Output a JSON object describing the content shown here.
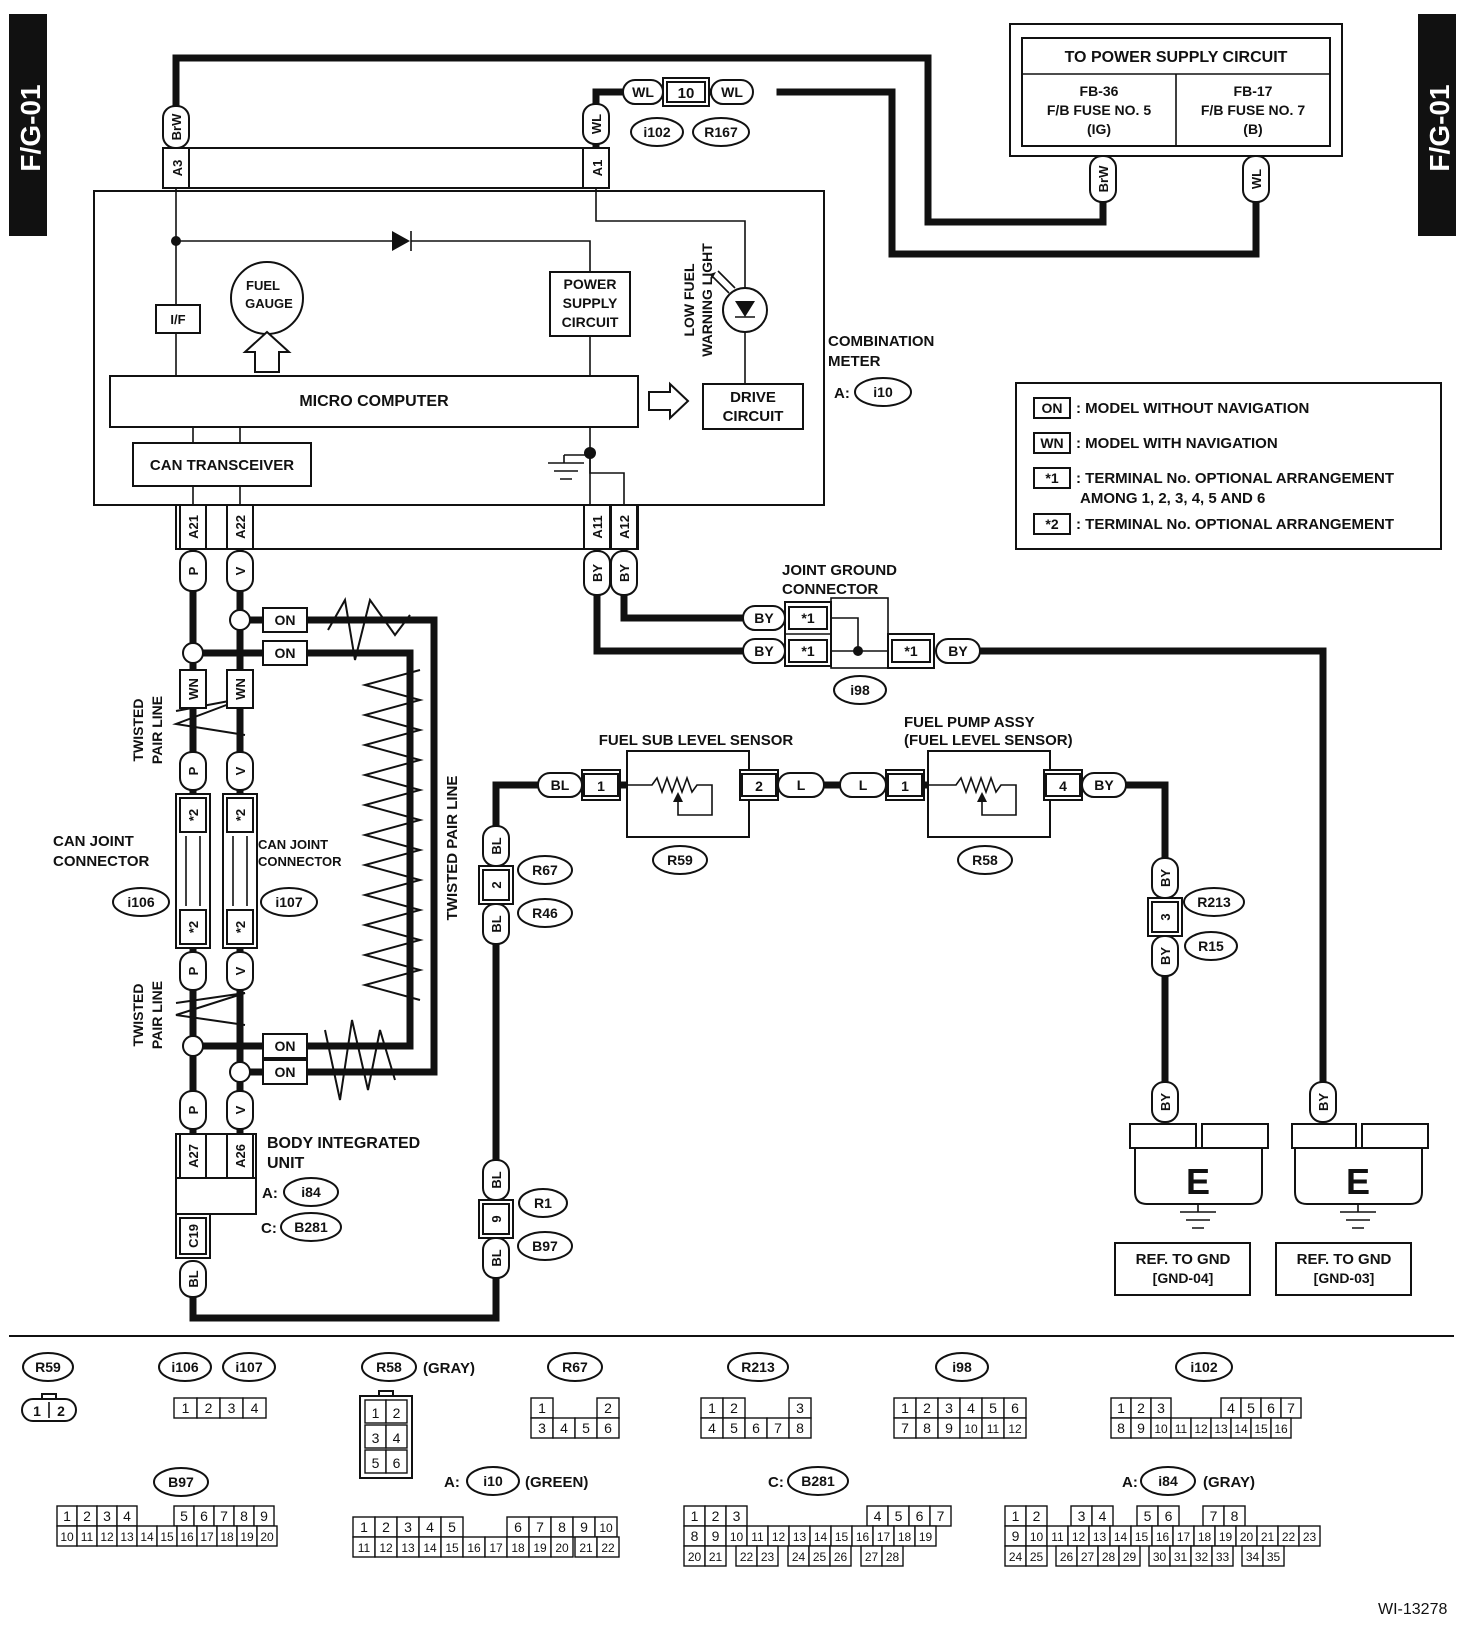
{
  "page": {
    "side_tab": "F/G-01",
    "figure_id": "WI-13278"
  },
  "power": {
    "title": "TO POWER SUPPLY CIRCUIT",
    "fuse1": [
      "FB-36",
      "F/B FUSE NO. 5",
      "(IG)"
    ],
    "fuse2": [
      "FB-17",
      "F/B FUSE NO. 7",
      "(B)"
    ]
  },
  "meter": {
    "title": [
      "COMBINATION",
      "METER"
    ],
    "conn_prefix": "A:",
    "conn": "i10",
    "fuel_gauge": [
      "FUEL",
      "GAUGE"
    ],
    "if_label": "I/F",
    "power_supply": [
      "POWER",
      "SUPPLY",
      "CIRCUIT"
    ],
    "warning": [
      "LOW FUEL",
      "WARNING LIGHT"
    ],
    "micro": "MICRO COMPUTER",
    "drive": [
      "DRIVE",
      "CIRCUIT"
    ],
    "can": "CAN TRANSCEIVER",
    "top_pins": [
      "A3",
      "A1"
    ],
    "bottom_pins": [
      "A21",
      "A22",
      "A11",
      "A12"
    ]
  },
  "wires": {
    "BrW": "BrW",
    "WL": "WL",
    "P": "P",
    "V": "V",
    "BY": "BY",
    "WN": "WN",
    "BL": "BL",
    "L": "L",
    "ON": "ON",
    "star1": "*1",
    "star2": "*2"
  },
  "relay_conn": {
    "pin": "10",
    "c1": "i102",
    "c2": "R167"
  },
  "legend": {
    "items": [
      {
        "key": "ON",
        "text": ": MODEL WITHOUT NAVIGATION"
      },
      {
        "key": "WN",
        "text": ": MODEL WITH NAVIGATION"
      },
      {
        "key": "*1",
        "text": ": TERMINAL No. OPTIONAL ARRANGEMENT",
        "text2": "AMONG 1, 2, 3, 4, 5 AND 6"
      },
      {
        "key": "*2",
        "text": ": TERMINAL No. OPTIONAL ARRANGEMENT"
      }
    ]
  },
  "joint_ground": {
    "title": [
      "JOINT GROUND",
      "CONNECTOR"
    ],
    "conn": "i98"
  },
  "twisted": {
    "label1": [
      "TWISTED",
      "PAIR LINE"
    ],
    "vertical": "TWISTED PAIR LINE"
  },
  "can_joint": {
    "left": [
      "CAN JOINT",
      "CONNECTOR"
    ],
    "right": [
      "CAN JOINT",
      "CONNECTOR"
    ],
    "c1": "i106",
    "c2": "i107"
  },
  "body_unit": {
    "title": [
      "BODY INTEGRATED",
      "UNIT"
    ],
    "pins": [
      "A27",
      "A26"
    ],
    "pin_c": "C19",
    "a_prefix": "A:",
    "a_conn": "i84",
    "c_prefix": "C:",
    "c_conn": "B281"
  },
  "sub_sensor": {
    "title": "FUEL SUB LEVEL SENSOR",
    "conn": "R59",
    "pin1": "1",
    "pin2": "2"
  },
  "pump": {
    "title": [
      "FUEL PUMP ASSY",
      "(FUEL LEVEL SENSOR)"
    ],
    "conn": "R58",
    "pin1": "1",
    "pin4": "4"
  },
  "inline": {
    "a": {
      "pin": "2",
      "c1": "R67",
      "c2": "R46"
    },
    "b": {
      "pin": "3",
      "c1": "R213",
      "c2": "R15"
    },
    "c": {
      "pin": "9",
      "c1": "R1",
      "c2": "B97"
    }
  },
  "grounds": {
    "symbol": "E",
    "ref1": [
      "REF. TO GND",
      "[GND-04]"
    ],
    "ref2": [
      "REF. TO GND",
      "[GND-03]"
    ]
  },
  "bottom": {
    "R59": {
      "name": "R59",
      "row1": [
        "1",
        "2"
      ]
    },
    "i106": {
      "name1": "i106",
      "name2": "i107",
      "row1": [
        "1",
        "2",
        "3",
        "4"
      ]
    },
    "R58": {
      "name": "R58",
      "note": "(GRAY)",
      "rows": [
        [
          "1",
          "2"
        ],
        [
          "3",
          "4"
        ],
        [
          "5",
          "6"
        ]
      ]
    },
    "R67": {
      "name": "R67",
      "row1": [
        "1",
        "2"
      ],
      "row2": [
        "3",
        "4",
        "5",
        "6"
      ]
    },
    "R213": {
      "name": "R213",
      "row1": [
        "1",
        "2",
        "3"
      ],
      "row2": [
        "4",
        "5",
        "6",
        "7",
        "8"
      ]
    },
    "i98": {
      "name": "i98",
      "row1": [
        "1",
        "2",
        "3",
        "4",
        "5",
        "6"
      ],
      "row2": [
        "7",
        "8",
        "9",
        "10",
        "11",
        "12"
      ]
    },
    "i102": {
      "name": "i102",
      "row1": [
        "1",
        "2",
        "3",
        "4",
        "5",
        "6",
        "7"
      ],
      "row2": [
        "8",
        "9",
        "10",
        "11",
        "12",
        "13",
        "14",
        "15",
        "16"
      ]
    },
    "B97": {
      "name": "B97",
      "row1": [
        "1",
        "2",
        "3",
        "4",
        "5",
        "6",
        "7",
        "8",
        "9"
      ],
      "row2": [
        "10",
        "11",
        "12",
        "13",
        "14",
        "15",
        "16",
        "17",
        "18",
        "19",
        "20"
      ]
    },
    "i10": {
      "prefix": "A:",
      "name": "i10",
      "note": "(GREEN)",
      "row1": [
        "1",
        "2",
        "3",
        "4",
        "5",
        "6",
        "7",
        "8",
        "9",
        "10"
      ],
      "row2": [
        "11",
        "12",
        "13",
        "14",
        "15",
        "16",
        "17",
        "18",
        "19",
        "20",
        "21",
        "22"
      ]
    },
    "B281": {
      "prefix": "C:",
      "name": "B281",
      "row1": [
        "1",
        "2",
        "3",
        "4",
        "5",
        "6",
        "7"
      ],
      "row2": [
        "8",
        "9",
        "10",
        "11",
        "12",
        "13",
        "14",
        "15",
        "16",
        "17",
        "18",
        "19"
      ],
      "row3": [
        "20",
        "21",
        "22",
        "23",
        "24",
        "25",
        "26",
        "27",
        "28"
      ]
    },
    "i84": {
      "prefix": "A:",
      "name": "i84",
      "note": "(GRAY)",
      "row1": [
        "1",
        "2",
        "3",
        "4",
        "5",
        "6",
        "7",
        "8"
      ],
      "row2": [
        "9",
        "10",
        "11",
        "12",
        "13",
        "14",
        "15",
        "16",
        "17",
        "18",
        "19",
        "20",
        "21",
        "22",
        "23"
      ],
      "row3": [
        "24",
        "25",
        "26",
        "27",
        "28",
        "29",
        "30",
        "31",
        "32",
        "33",
        "34",
        "35"
      ]
    }
  }
}
